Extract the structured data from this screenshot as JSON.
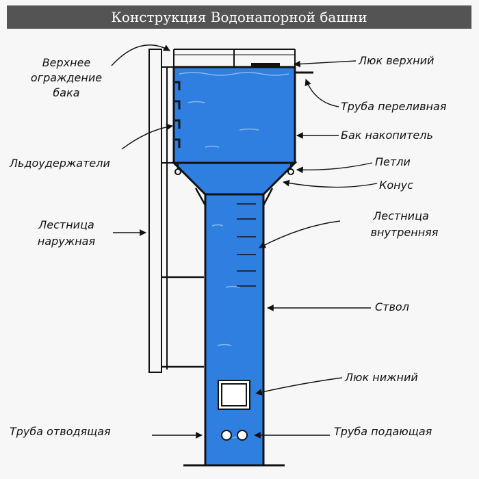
{
  "title": "Конструкция Водонапорной башни",
  "colors": {
    "water": "#2f7fe0",
    "water_dark": "#1f6fd0",
    "outline": "#111111",
    "title_bg": "#545454"
  },
  "labels": {
    "upper_fence": [
      "Верхнее",
      "ограждение",
      "бака"
    ],
    "ice_holders": "Льдоудержатели",
    "outer_ladder": [
      "Лестница",
      "наружная"
    ],
    "outlet_pipe": "Труба отводящая",
    "top_hatch": "Люк верхний",
    "overflow_pipe": "Труба переливная",
    "tank": "Бак накопитель",
    "loops": "Петли",
    "cone": "Конус",
    "inner_ladder": [
      "Лестница",
      "внутренняя"
    ],
    "shaft": "Ствол",
    "bottom_hatch": "Люк нижний",
    "supply_pipe": "Труба подающая"
  }
}
